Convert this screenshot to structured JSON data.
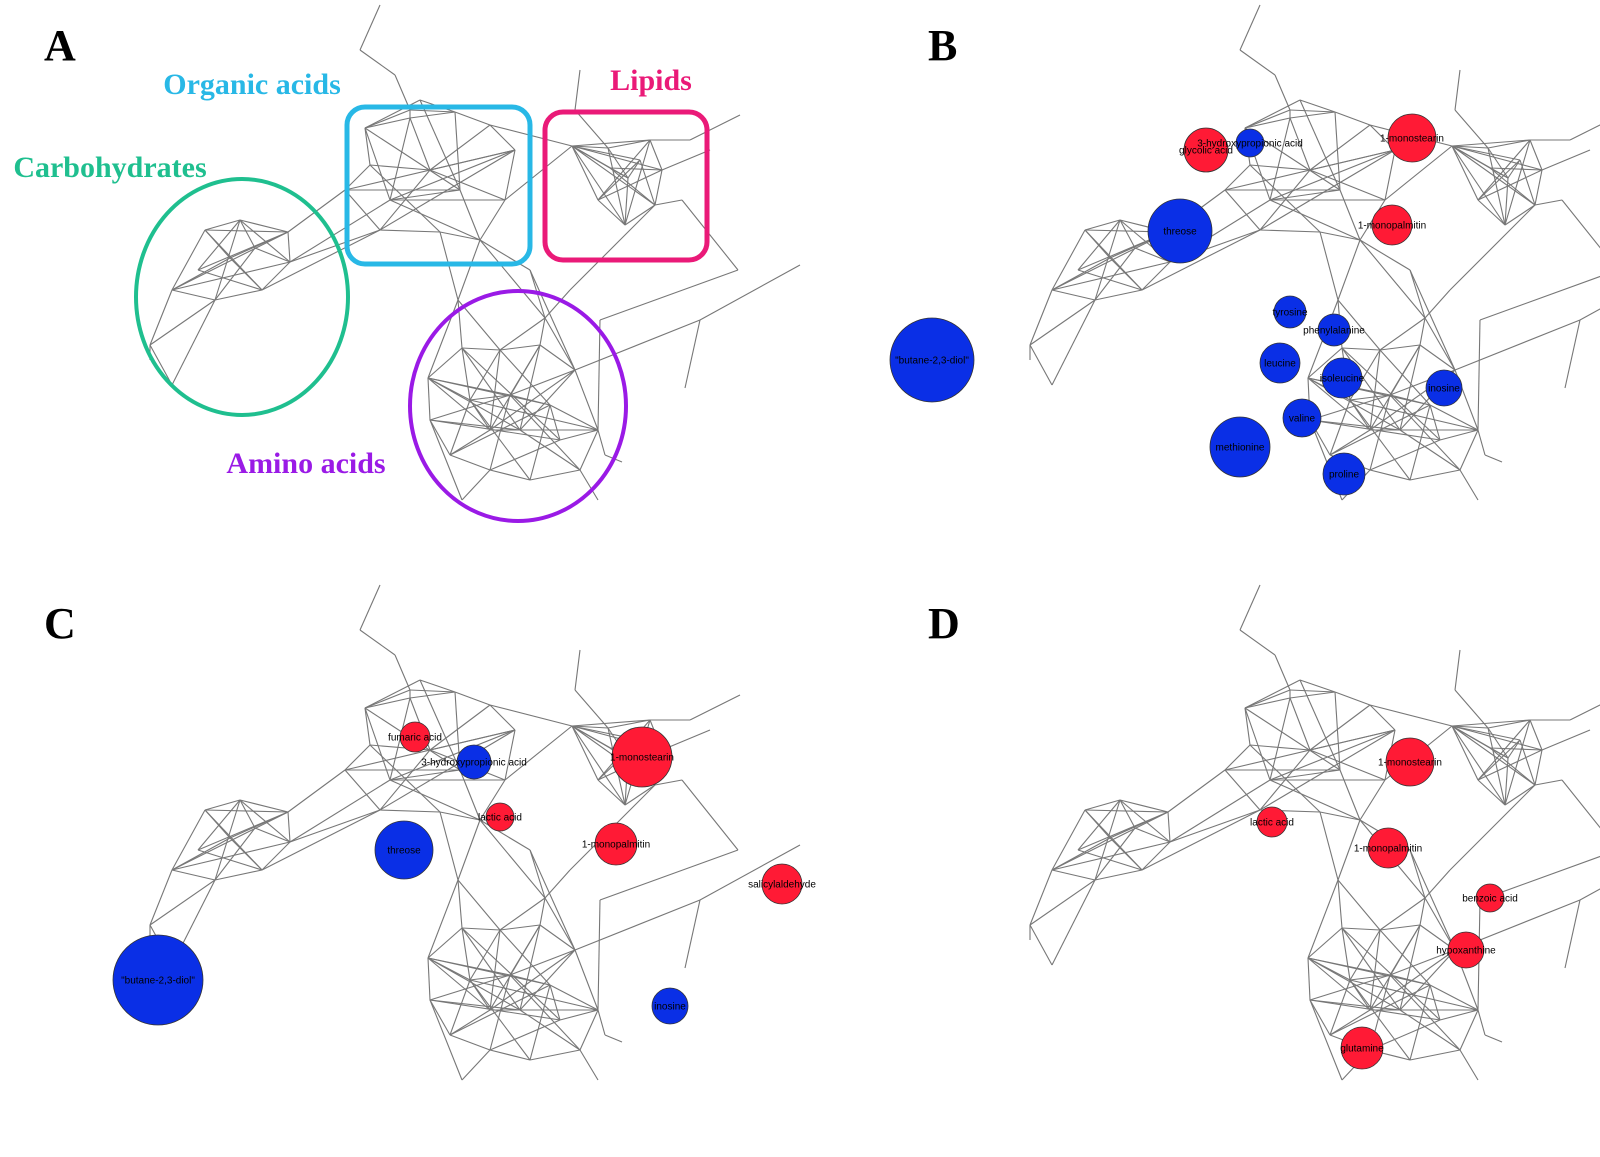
{
  "colors": {
    "up": "#ff1a35",
    "down": "#0a2fe6",
    "edge": "#777777",
    "carbohydrates": "#1fbf8f",
    "organic_acids": "#28b8e6",
    "lipids": "#ea1a78",
    "amino_acids": "#9a1ae6"
  },
  "panels": [
    {
      "letter": "A",
      "groups": [
        {
          "label": "Organic acids",
          "color": "#28b8e6"
        },
        {
          "label": "Lipids",
          "color": "#ea1a78"
        },
        {
          "label": "Carbohydrates",
          "color": "#1fbf8f"
        },
        {
          "label": "Amino acids",
          "color": "#9a1ae6"
        }
      ],
      "nodes": []
    },
    {
      "letter": "B",
      "groups": [],
      "nodes": [
        {
          "label": "glycolic acid",
          "status": "up",
          "size": 22
        },
        {
          "label": "3-hydroxypropionic acid",
          "status": "down",
          "size": 14
        },
        {
          "label": "1-monostearin",
          "status": "up",
          "size": 24
        },
        {
          "label": "1-monopalmitin",
          "status": "up",
          "size": 20
        },
        {
          "label": "threose",
          "status": "down",
          "size": 32
        },
        {
          "label": "\"butane-2,3-diol\"",
          "status": "down",
          "size": 42
        },
        {
          "label": "tyrosine",
          "status": "down",
          "size": 16
        },
        {
          "label": "phenylalanine",
          "status": "down",
          "size": 16
        },
        {
          "label": "leucine",
          "status": "down",
          "size": 20
        },
        {
          "label": "isoleucine",
          "status": "down",
          "size": 20
        },
        {
          "label": "inosine",
          "status": "down",
          "size": 18
        },
        {
          "label": "valine",
          "status": "down",
          "size": 19
        },
        {
          "label": "methionine",
          "status": "down",
          "size": 30
        },
        {
          "label": "proline",
          "status": "down",
          "size": 21
        }
      ]
    },
    {
      "letter": "C",
      "groups": [],
      "nodes": [
        {
          "label": "fumaric acid",
          "status": "up",
          "size": 15
        },
        {
          "label": "3-hydroxypropionic acid",
          "status": "down",
          "size": 17
        },
        {
          "label": "1-monostearin",
          "status": "up",
          "size": 30
        },
        {
          "label": "lactic acid",
          "status": "up",
          "size": 14
        },
        {
          "label": "1-monopalmitin",
          "status": "up",
          "size": 21
        },
        {
          "label": "threose",
          "status": "down",
          "size": 29
        },
        {
          "label": "salicylaldehyde",
          "status": "up",
          "size": 20
        },
        {
          "label": "\"butane-2,3-diol\"",
          "status": "down",
          "size": 45
        },
        {
          "label": "inosine",
          "status": "down",
          "size": 18
        }
      ]
    },
    {
      "letter": "D",
      "groups": [],
      "nodes": [
        {
          "label": "1-monostearin",
          "status": "up",
          "size": 24
        },
        {
          "label": "lactic acid",
          "status": "up",
          "size": 15
        },
        {
          "label": "1-monopalmitin",
          "status": "up",
          "size": 20
        },
        {
          "label": "benzoic acid",
          "status": "up",
          "size": 14
        },
        {
          "label": "hypoxanthine",
          "status": "up",
          "size": 18
        },
        {
          "label": "glutamine",
          "status": "up",
          "size": 21
        }
      ]
    }
  ]
}
